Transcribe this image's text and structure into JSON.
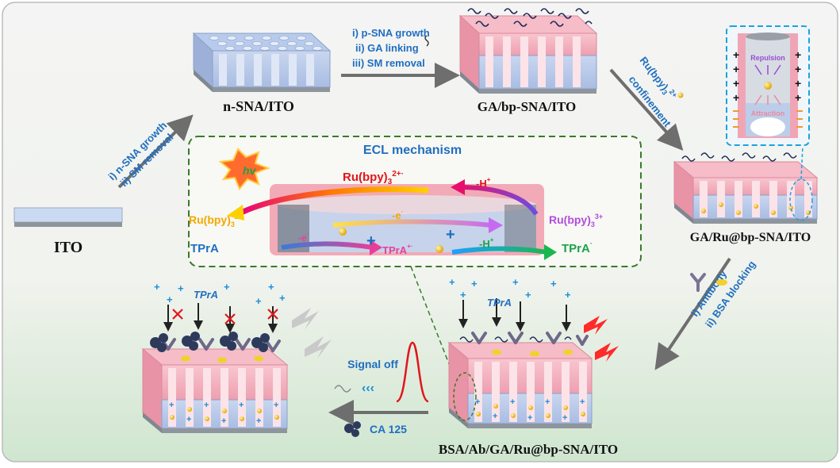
{
  "labels": {
    "ito": "ITO",
    "nsna": "n-SNA/ITO",
    "ga_bp": "GA/bp-SNA/ITO",
    "ga_ru": "GA/Ru@bp-SNA/ITO",
    "bsa_ab": "BSA/Ab/GA/Ru@bp-SNA/ITO"
  },
  "steps": {
    "s1_a": "i) n-SNA growth",
    "s1_b": "ii) SM removal",
    "s2_a": "i) p-SNA growth",
    "s2_b": "ii) GA linking",
    "s2_c": "iii) SM removal",
    "s3": "confinement",
    "s4_a": "i) Antibody",
    "s4_b": "ii) BSA blocking"
  },
  "mechanism": {
    "title": "ECL mechanism",
    "hv": "hv",
    "minus_e1": "-e",
    "minus_e2": "-e",
    "minus_h_top": "-H",
    "minus_h_bottom": "-H",
    "tpra": "TPrA",
    "tpra_rad": "TPrA",
    "tpra_minus": "TPrA"
  },
  "inset": {
    "repulsion": "Repulsion",
    "attraction": "Attraction"
  },
  "signal": {
    "off": "Signal off",
    "ca125": "CA 125",
    "tpra_left": "TPrA",
    "tpra_right": "TPrA"
  },
  "colors": {
    "pink": "#f2aab7",
    "blue": "#b9cbe8",
    "step_text": "#1f6fc0",
    "mech_border": "#3a7a2a",
    "ru2": "#f2a900",
    "ru3": "#b04de0",
    "tpra_minus": "#1aa34a",
    "signal": "#e0161b"
  }
}
